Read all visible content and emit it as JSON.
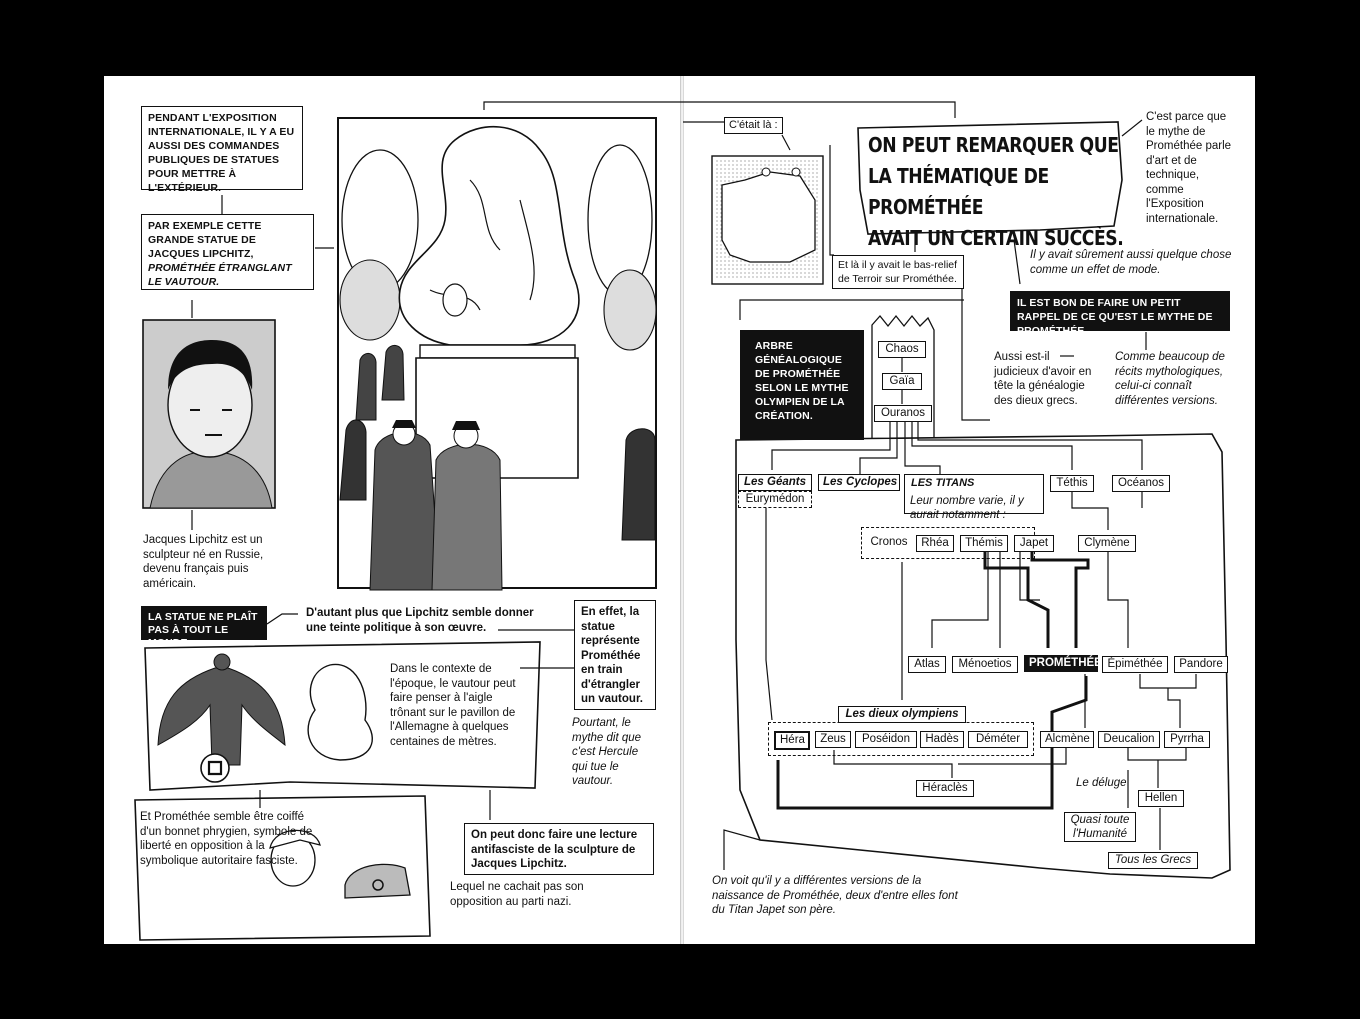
{
  "left": {
    "intro_caption": "Pendant l'Exposition internationale, il y a eu aussi des commandes publiques de statues pour mettre à l'extérieur.",
    "example_caption": {
      "pre": "Par exemple cette grande statue de Jacques Lipchitz,",
      "title": "Prométhée étranglant le vautour."
    },
    "lipchitz_bio": "Jacques Lipchitz est un sculpteur né en Russie, devenu français puis américain.",
    "statue_banner": "La statue ne plaît pas à tout le monde.",
    "political_note": "D'autant plus que Lipchitz semble donner une teinte politique à son œuvre.",
    "in_fact_box": "En effet, la statue représente Prométhée en train d'étrangler un vautour.",
    "hercules_note": "Pourtant, le mythe dit que c'est Hercule qui tue le vautour.",
    "context_note": "Dans le contexte de l'époque, le vautour peut faire penser à l'aigle trônant sur le pavillon de l'Allemagne à quelques centaines de mètres.",
    "phrygian_note": "Et Prométhée semble être coiffé d'un bonnet phrygien, symbole de liberté en opposition à la symbolique autoritaire fasciste.",
    "antifascist_box": "On peut donc faire une lecture antifasciste de la sculpture de Jacques Lipchitz.",
    "nazi_note": "Lequel ne cachait pas son opposition au parti nazi."
  },
  "right": {
    "cetait_la": "C'était là :",
    "bas_relief": "Et là il y avait le bas-relief de Terroir sur Prométhée.",
    "headline": [
      "On peut remarquer que",
      "la thématique de Prométhée",
      "avait un certain succès."
    ],
    "reason_note": "C'est parce que le mythe de Prométhée parle d'art et de technique, comme l'Exposition internationale.",
    "fashion_note": "Il y avait sûrement aussi quelque chose comme un effet de mode.",
    "reminder_banner": "Il est bon de faire un petit rappel de ce qu'est le mythe de Prométhée.",
    "versions_note": "Comme beaucoup de récits mythologiques, celui-ci connaît différentes versions.",
    "genealogy_note": "Aussi est-il judicieux d'avoir en tête la généalogie des dieux grecs.",
    "tree_title": "Arbre généalogique de Prométhée selon le mythe olympien de la création.",
    "footer_note": "On voit qu'il y a différentes versions de la naissance de Prométhée, deux d'entre elles font du Titan Japet son père."
  },
  "tree": {
    "chaos": "Chaos",
    "gaia": "Gaïa",
    "ouranos": "Ouranos",
    "geants_label": "Les Géants",
    "eurymedon": "Eurymédon",
    "cyclopes_label": "Les Cyclopes",
    "titans_label": "LES TITANS",
    "titans_sub": "Leur nombre varie, il y aurait notamment :",
    "cronos": "Cronos",
    "rhea": "Rhéa",
    "themis": "Thémis",
    "japet": "Japet",
    "tethis": "Téthis",
    "oceanos": "Océanos",
    "clymene": "Clymène",
    "atlas": "Atlas",
    "menoetios": "Ménoetios",
    "promethee": "PROMÉTHÉE",
    "epimethee": "Épiméthée",
    "pandore": "Pandore",
    "olympiens_label": "Les dieux olympiens",
    "hera": "Héra",
    "zeus": "Zeus",
    "poseidon": "Poséidon",
    "hades": "Hadès",
    "demeter": "Déméter",
    "alcmene": "Alcmène",
    "deucalion": "Deucalion",
    "pyrrha": "Pyrrha",
    "heracles": "Héraclès",
    "deluge": "Le déluge",
    "hellen": "Hellen",
    "humanite": "Quasi toute l'Humanité",
    "grecs": "Tous les Grecs"
  }
}
